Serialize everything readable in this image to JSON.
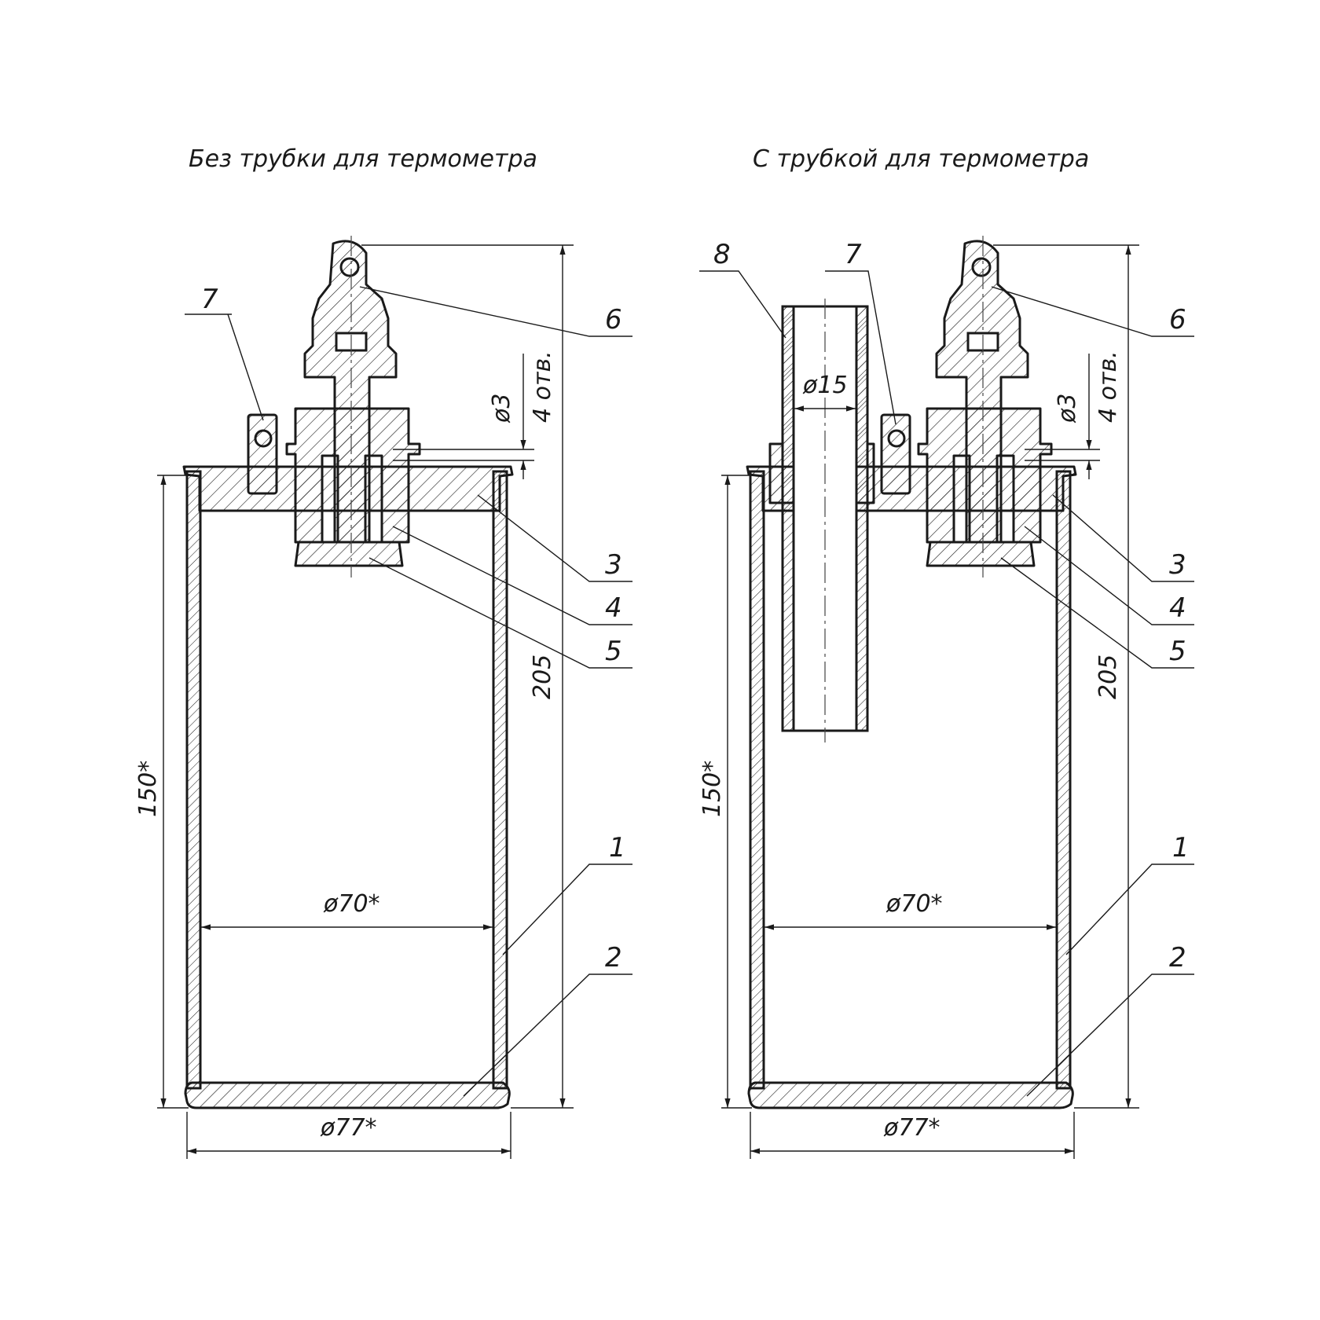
{
  "titles": {
    "left": "Без трубки для термометра",
    "right": "С трубкой для термометра"
  },
  "dimensions": {
    "height_total": "205",
    "height_body": "150*",
    "inner_diameter": "ø70*",
    "outer_diameter": "ø77*",
    "hole_diameter": "ø3",
    "hole_count": "4 отв.",
    "tube_diameter": "ø15"
  },
  "part_labels": {
    "p1": "1",
    "p2": "2",
    "p3": "3",
    "p4": "4",
    "p5": "5",
    "p6": "6",
    "p7": "7",
    "p8": "8"
  }
}
